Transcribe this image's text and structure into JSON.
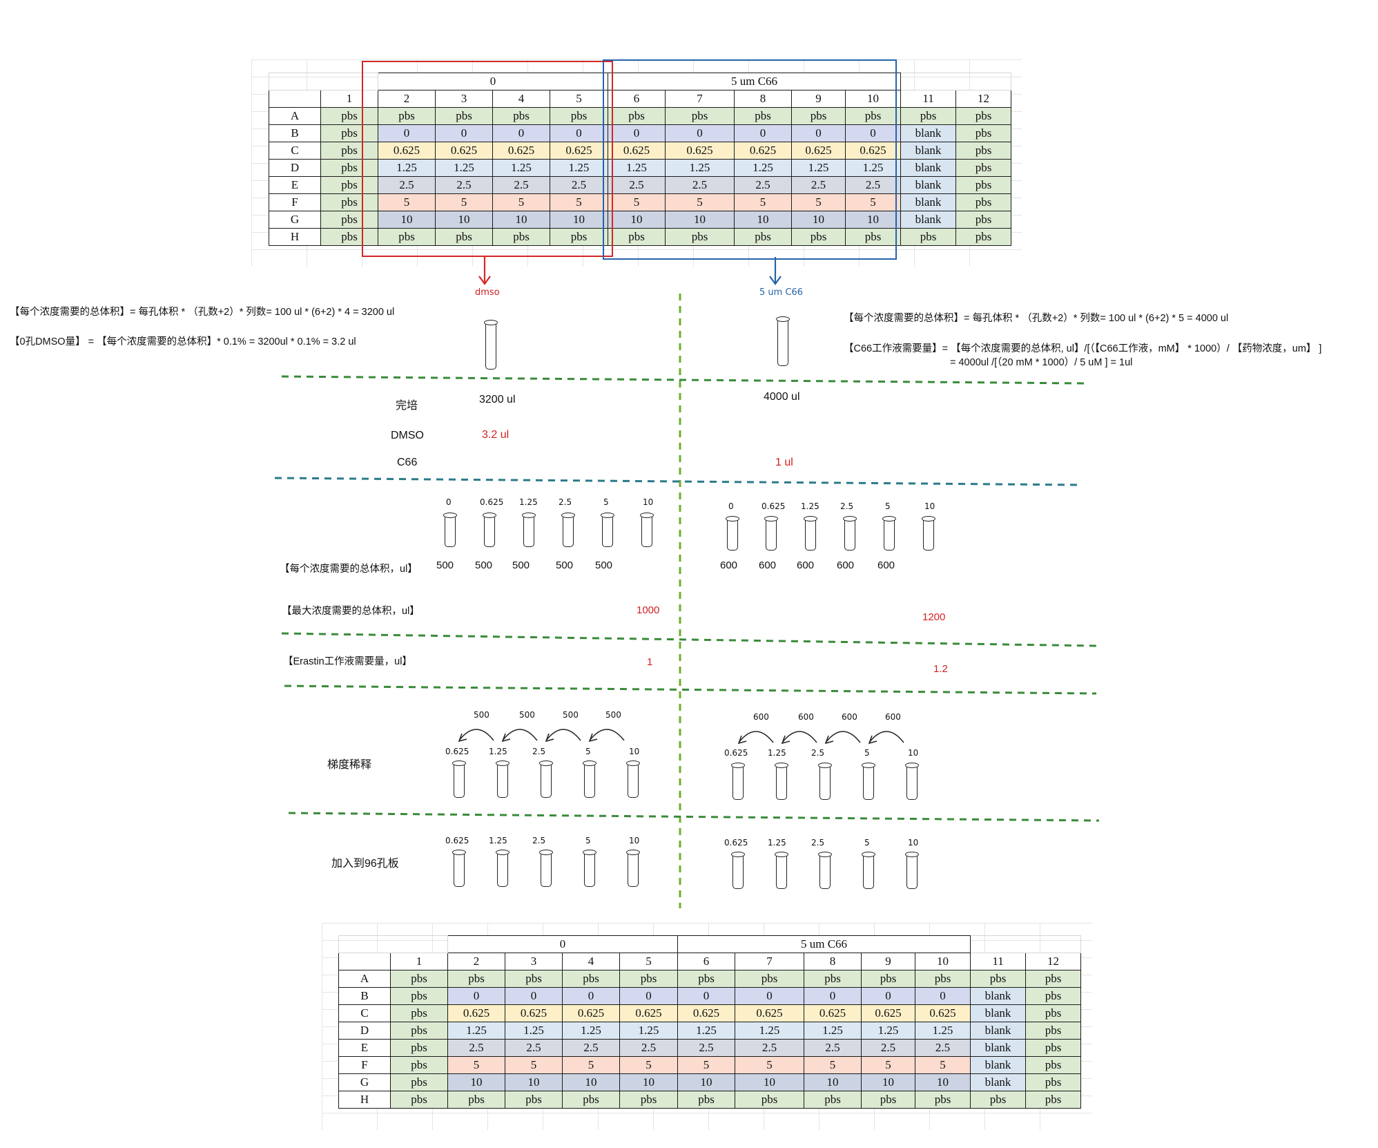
{
  "plate": {
    "group_left": "0",
    "group_right": "5 um C66",
    "cols": [
      "1",
      "2",
      "3",
      "4",
      "5",
      "6",
      "7",
      "8",
      "9",
      "10",
      "11",
      "12"
    ],
    "rows": [
      {
        "label": "A",
        "cells": [
          "pbs",
          "pbs",
          "pbs",
          "pbs",
          "pbs",
          "pbs",
          "pbs",
          "pbs",
          "pbs",
          "pbs",
          "pbs",
          "pbs"
        ]
      },
      {
        "label": "B",
        "cells": [
          "pbs",
          "0",
          "0",
          "0",
          "0",
          "0",
          "0",
          "0",
          "0",
          "0",
          "blank",
          "pbs"
        ]
      },
      {
        "label": "C",
        "cells": [
          "pbs",
          "0.625",
          "0.625",
          "0.625",
          "0.625",
          "0.625",
          "0.625",
          "0.625",
          "0.625",
          "0.625",
          "blank",
          "pbs"
        ]
      },
      {
        "label": "D",
        "cells": [
          "pbs",
          "1.25",
          "1.25",
          "1.25",
          "1.25",
          "1.25",
          "1.25",
          "1.25",
          "1.25",
          "1.25",
          "blank",
          "pbs"
        ]
      },
      {
        "label": "E",
        "cells": [
          "pbs",
          "2.5",
          "2.5",
          "2.5",
          "2.5",
          "2.5",
          "2.5",
          "2.5",
          "2.5",
          "2.5",
          "blank",
          "pbs"
        ]
      },
      {
        "label": "F",
        "cells": [
          "pbs",
          "5",
          "5",
          "5",
          "5",
          "5",
          "5",
          "5",
          "5",
          "5",
          "blank",
          "pbs"
        ]
      },
      {
        "label": "G",
        "cells": [
          "pbs",
          "10",
          "10",
          "10",
          "10",
          "10",
          "10",
          "10",
          "10",
          "10",
          "blank",
          "pbs"
        ]
      },
      {
        "label": "H",
        "cells": [
          "pbs",
          "pbs",
          "pbs",
          "pbs",
          "pbs",
          "pbs",
          "pbs",
          "pbs",
          "pbs",
          "pbs",
          "pbs",
          "pbs"
        ]
      }
    ]
  },
  "arrows": {
    "left_label": "dmso",
    "right_label": "5 um C66"
  },
  "formulas": {
    "left_total": "【每个浓度需要的总体积】= 每孔体积 * （孔数+2）* 列数= 100 ul * (6+2) * 4 = 3200 ul",
    "left_dmso": "【0孔DMSO量】 = 【每个浓度需要的总体积】* 0.1% = 3200ul * 0.1% = 3.2 ul",
    "right_total": "【每个浓度需要的总体积】= 每孔体积 * （孔数+2）* 列数= 100 ul * (6+2) * 5 = 4000 ul",
    "right_c66_line1": "【C66工作液需要量】= 【每个浓度需要的总体积, ul】/[（【C66工作液，mM】 * 1000）/ 【药物浓度，um】 ]",
    "right_c66_line2": "= 4000ul /[（20 mM * 1000）/ 5 uM ] = 1ul"
  },
  "medium": {
    "row_labels": [
      "完培",
      "DMSO",
      "C66"
    ],
    "left_medium": "3200 ul",
    "left_dmso": "3.2 ul",
    "right_medium": "4000 ul",
    "right_c66": "1 ul"
  },
  "concentrations": [
    "0",
    "0.625",
    "1.25",
    "2.5",
    "5",
    "10"
  ],
  "dilution_conc": [
    "0.625",
    "1.25",
    "2.5",
    "5",
    "10"
  ],
  "volumes": {
    "per_conc_label": "【每个浓度需要的总体积，ul】",
    "left_per_conc": [
      "500",
      "500",
      "500",
      "500",
      "500"
    ],
    "right_per_conc": [
      "600",
      "600",
      "600",
      "600",
      "600"
    ],
    "max_label": "【最大浓度需要的总体积，ul】",
    "left_max": "1000",
    "right_max": "1200",
    "erastin_label": "【Erastin工作液需要量，ul】",
    "left_erastin": "1",
    "right_erastin": "1.2"
  },
  "steps": {
    "gradient": "梯度稀释",
    "transfer_left": [
      "500",
      "500",
      "500",
      "500"
    ],
    "transfer_right": [
      "600",
      "600",
      "600",
      "600"
    ],
    "add_plate": "加入到96孔板"
  }
}
